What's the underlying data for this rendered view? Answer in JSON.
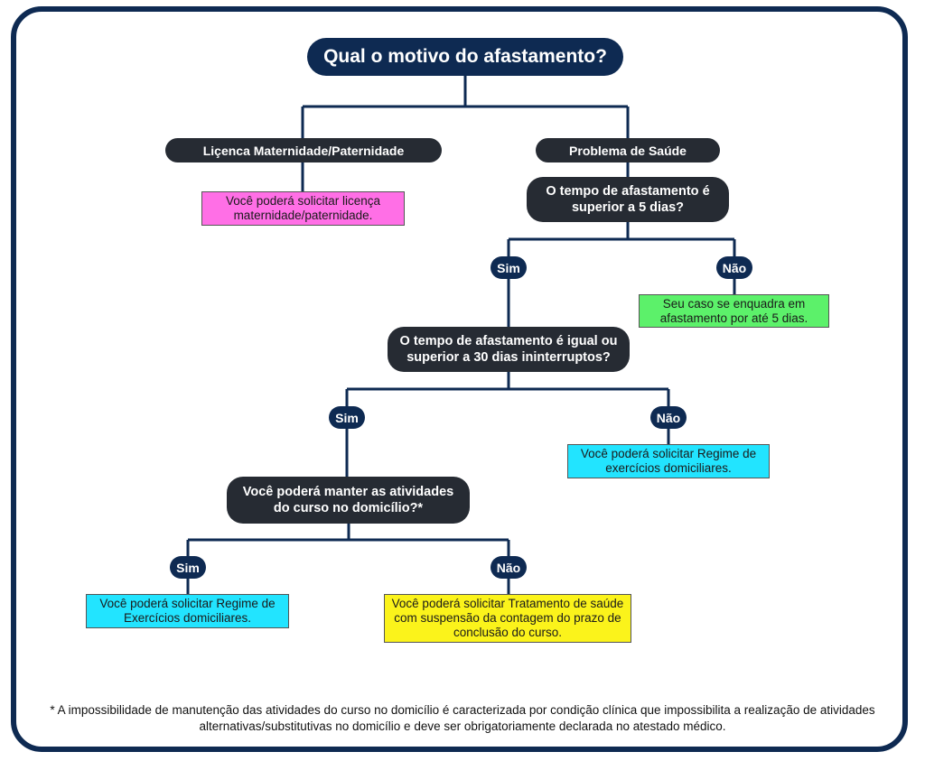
{
  "diagram": {
    "title": "Qual o motivo do afastamento?",
    "branches": {
      "maternity": "Liçenca Maternidade/Paternidade",
      "health": "Problema de Saúde"
    },
    "maternity_result": "Você poderá solicitar licença maternidade/paternidade.",
    "q1": "O tempo de afastamento é superior a 5 dias?",
    "q1_yes": "Sim",
    "q1_no": "Não",
    "q1_no_result": "Seu caso se enquadra em afastamento por até 5 dias.",
    "q2": "O tempo de afastamento é igual ou superior a 30 dias ininterruptos?",
    "q2_yes": "Sim",
    "q2_no": "Não",
    "q2_no_result": "Você poderá solicitar Regime de exercícios domiciliares.",
    "q3": "Você poderá manter as atividades do curso no domicílio?*",
    "q3_yes": "Sim",
    "q3_no": "Não",
    "q3_yes_result": "Você poderá solicitar Regime de Exercícios domiciliares.",
    "q3_no_result": "Você poderá solicitar Tratamento de saúde com suspensão da contagem do prazo de conclusão do curso.",
    "footnote": "* A impossibilidade de manutenção das atividades do curso no domicílio é caracterizada por condição clínica que impossibilita a realização de atividades alternativas/substitutivas no domicílio e deve ser obrigatoriamente declarada no atestado médico."
  },
  "colors": {
    "frame": "#0e2a52",
    "question_box": "#262b33",
    "pink": "#ff6fe6",
    "green": "#5cf16a",
    "cyan": "#22e4ff",
    "yellow": "#fbf31b"
  }
}
